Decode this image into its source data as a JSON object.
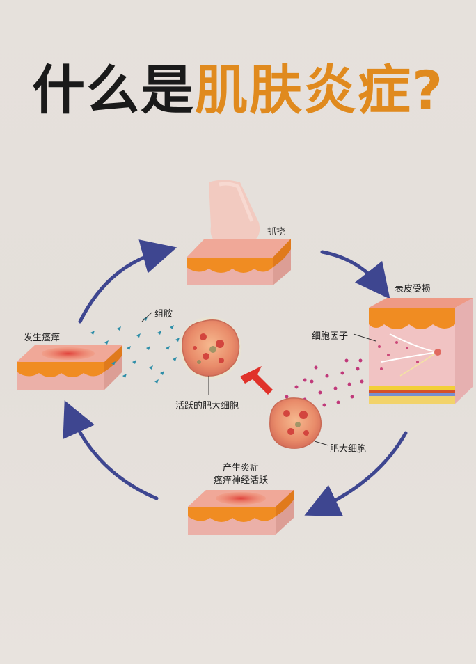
{
  "title": {
    "part1": "什么是",
    "part2": "肌肤炎症",
    "part3": "?"
  },
  "colors": {
    "accent": "#e08a1e",
    "arrow": "#3e4690",
    "pointer": "#e0322a"
  },
  "labels": {
    "scratch": "抓挠",
    "skin_damage": "表皮受损",
    "cytokines": "细胞因子",
    "mast_cell": "肥大细胞",
    "inflammation_line1": "产生炎症",
    "inflammation_line2": "瘙痒神经活跃",
    "itch": "发生瘙痒",
    "histamine": "组胺",
    "active_mast_cell": "活跃的肥大细胞"
  }
}
